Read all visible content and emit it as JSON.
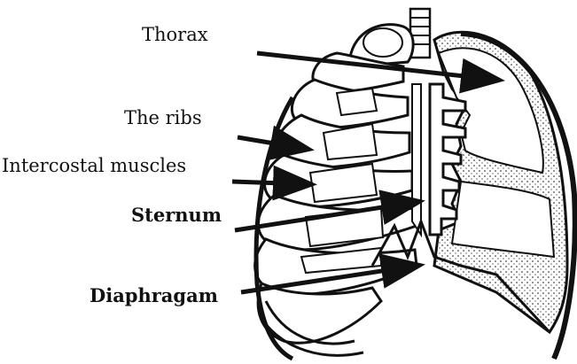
{
  "labels": {
    "thorax": "Thorax",
    "ribs": "The ribs",
    "intercostal": "Intercostal muscles",
    "sternum": "Sternum",
    "diaphragm": "Diaphragam"
  },
  "colors": {
    "ink": "#111111",
    "background": "#ffffff"
  }
}
